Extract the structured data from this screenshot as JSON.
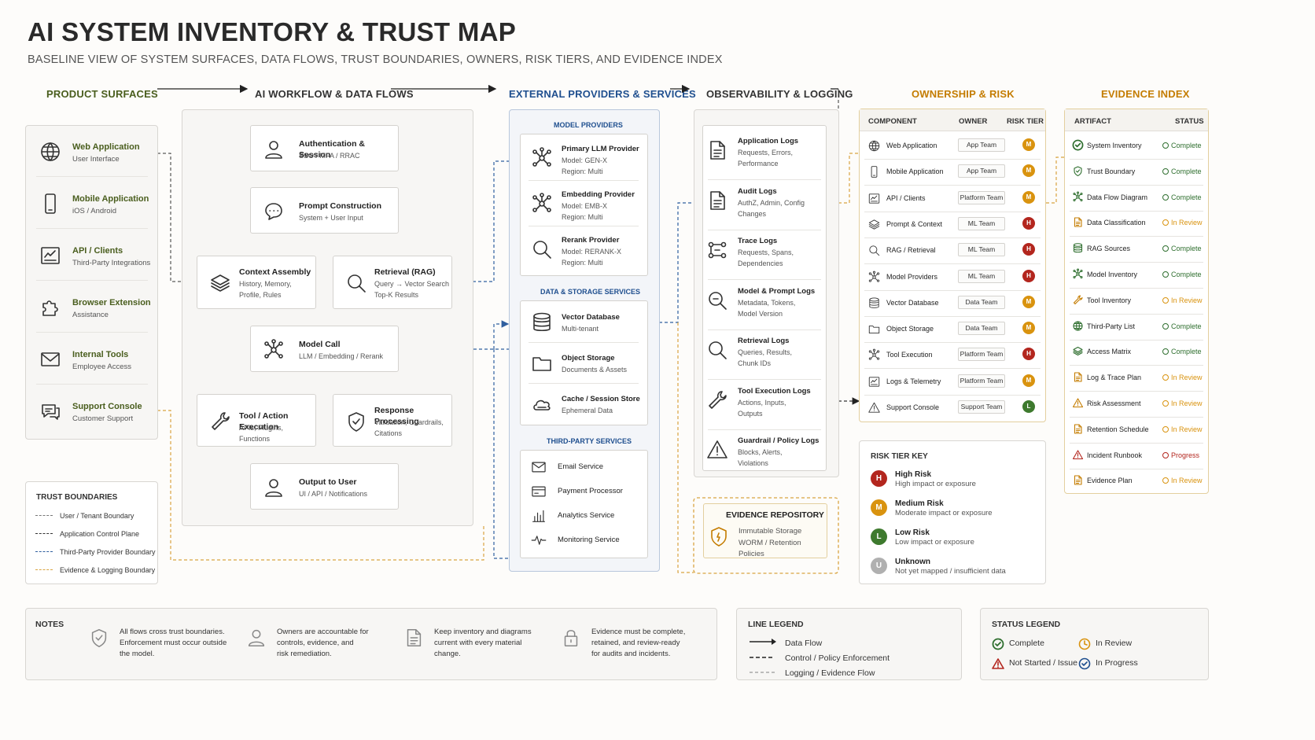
{
  "header": {
    "title": "AI SYSTEM INVENTORY & TRUST MAP",
    "subtitle": "BASELINE VIEW OF SYSTEM SURFACES, DATA FLOWS, TRUST BOUNDARIES, OWNERS, RISK TIERS, AND EVIDENCE INDEX"
  },
  "columns": {
    "product": "PRODUCT SURFACES",
    "workflow": "AI WORKFLOW & DATA FLOWS",
    "external": "EXTERNAL PROVIDERS & SERVICES",
    "observability": "OBSERVABILITY & LOGGING",
    "ownership": "OWNERSHIP & RISK",
    "evidence": "EVIDENCE INDEX"
  },
  "surfaces": [
    {
      "title": "Web Application",
      "sub": "User Interface",
      "icon": "globe-icon"
    },
    {
      "title": "Mobile Application",
      "sub": "iOS / Android",
      "icon": "phone-icon"
    },
    {
      "title": "API / Clients",
      "sub": "Third-Party Integrations",
      "icon": "api-icon"
    },
    {
      "title": "Browser Extension",
      "sub": "Assistance",
      "icon": "puzzle-icon"
    },
    {
      "title": "Internal Tools",
      "sub": "Employee Access",
      "icon": "mail-icon"
    },
    {
      "title": "Support Console",
      "sub": "Customer Support",
      "icon": "chat-icon"
    }
  ],
  "trust_boundaries": {
    "title": "TRUST BOUNDARIES",
    "items": [
      {
        "label": "User / Tenant Boundary",
        "color": "#777777"
      },
      {
        "label": "Application Control Plane",
        "color": "#333333"
      },
      {
        "label": "Third-Party Provider Boundary",
        "color": "#2f5f9f"
      },
      {
        "label": "Evidence & Logging Boundary",
        "color": "#d9a441"
      }
    ]
  },
  "workflow": {
    "auth": {
      "title": "Authentication & Session",
      "sub": "SSO / MFA / RRAC"
    },
    "prompt": {
      "title": "Prompt Construction",
      "sub": "System + User Input"
    },
    "context": {
      "title": "Context Assembly",
      "sub1": "History, Memory,",
      "sub2": "Profile, Rules"
    },
    "retrieval": {
      "title": "Retrieval (RAG)",
      "sub1": "Query → Vector Search",
      "sub2": "Top-K Results"
    },
    "model": {
      "title": "Model Call",
      "sub": "LLM / Embedding / Rerank"
    },
    "tool": {
      "title": "Tool / Action Execution",
      "sub": "APIs, Plugins, Functions"
    },
    "response": {
      "title": "Response Processing",
      "sub1": "Validation, Guardrails,",
      "sub2": "Citations"
    },
    "output": {
      "title": "Output to User",
      "sub": "UI / API / Notifications"
    }
  },
  "external": {
    "model_providers_title": "MODEL PROVIDERS",
    "model_providers": [
      {
        "title": "Primary LLM Provider",
        "l1": "Model: GEN-X",
        "l2": "Region: Multi"
      },
      {
        "title": "Embedding Provider",
        "l1": "Model: EMB-X",
        "l2": "Region: Multi"
      },
      {
        "title": "Rerank Provider",
        "l1": "Model: RERANK-X",
        "l2": "Region: Multi"
      }
    ],
    "storage_title": "DATA & STORAGE SERVICES",
    "storage": [
      {
        "title": "Vector Database",
        "sub": "Multi-tenant"
      },
      {
        "title": "Object Storage",
        "sub": "Documents & Assets"
      },
      {
        "title": "Cache / Session Store",
        "sub": "Ephemeral Data"
      }
    ],
    "third_party_title": "THIRD-PARTY SERVICES",
    "third_party": [
      "Email Service",
      "Payment Processor",
      "Analytics Service",
      "Monitoring Service"
    ]
  },
  "logs": [
    {
      "title": "Application Logs",
      "l1": "Requests, Errors,",
      "l2": "Performance"
    },
    {
      "title": "Audit Logs",
      "l1": "AuthZ, Admin, Config",
      "l2": "Changes"
    },
    {
      "title": "Trace Logs",
      "l1": "Requests, Spans,",
      "l2": "Dependencies"
    },
    {
      "title": "Model & Prompt Logs",
      "l1": "Metadata, Tokens,",
      "l2": "Model Version"
    },
    {
      "title": "Retrieval Logs",
      "l1": "Queries, Results,",
      "l2": "Chunk IDs"
    },
    {
      "title": "Tool Execution Logs",
      "l1": "Actions, Inputs,",
      "l2": "Outputs"
    },
    {
      "title": "Guardrail / Policy Logs",
      "l1": "Blocks, Alerts,",
      "l2": "Violations"
    }
  ],
  "evidence_repo": {
    "title": "EVIDENCE REPOSITORY",
    "l1": "Immutable Storage",
    "l2": "WORM / Retention Policies"
  },
  "ownership": {
    "headers": {
      "component": "COMPONENT",
      "owner": "OWNER",
      "risk": "RISK TIER"
    },
    "rows": [
      {
        "component": "Web Application",
        "owner": "App Team",
        "tier": "M"
      },
      {
        "component": "Mobile Application",
        "owner": "App Team",
        "tier": "M"
      },
      {
        "component": "API / Clients",
        "owner": "Platform Team",
        "tier": "M"
      },
      {
        "component": "Prompt & Context",
        "owner": "ML Team",
        "tier": "H"
      },
      {
        "component": "RAG / Retrieval",
        "owner": "ML Team",
        "tier": "H"
      },
      {
        "component": "Model Providers",
        "owner": "ML Team",
        "tier": "H"
      },
      {
        "component": "Vector Database",
        "owner": "Data Team",
        "tier": "M"
      },
      {
        "component": "Object Storage",
        "owner": "Data Team",
        "tier": "M"
      },
      {
        "component": "Tool Execution",
        "owner": "Platform Team",
        "tier": "H"
      },
      {
        "component": "Logs & Telemetry",
        "owner": "Platform Team",
        "tier": "M"
      },
      {
        "component": "Support Console",
        "owner": "Support Team",
        "tier": "L"
      }
    ]
  },
  "risk_key": {
    "title": "RISK TIER KEY",
    "items": [
      {
        "letter": "H",
        "title": "High Risk",
        "sub": "High impact or exposure"
      },
      {
        "letter": "M",
        "title": "Medium Risk",
        "sub": "Moderate impact or exposure"
      },
      {
        "letter": "L",
        "title": "Low Risk",
        "sub": "Low impact or exposure"
      },
      {
        "letter": "U",
        "title": "Unknown",
        "sub": "Not yet mapped / insufficient data"
      }
    ]
  },
  "evidence_index": {
    "headers": {
      "artifact": "ARTIFACT",
      "status": "STATUS"
    },
    "rows": [
      {
        "artifact": "System Inventory",
        "status": "Complete",
        "kind": "complete"
      },
      {
        "artifact": "Trust Boundary",
        "status": "Complete",
        "kind": "complete"
      },
      {
        "artifact": "Data Flow Diagram",
        "status": "Complete",
        "kind": "complete"
      },
      {
        "artifact": "Data Classification",
        "status": "In Review",
        "kind": "review"
      },
      {
        "artifact": "RAG Sources",
        "status": "Complete",
        "kind": "complete"
      },
      {
        "artifact": "Model Inventory",
        "status": "Complete",
        "kind": "complete"
      },
      {
        "artifact": "Tool Inventory",
        "status": "In Review",
        "kind": "review"
      },
      {
        "artifact": "Third-Party List",
        "status": "Complete",
        "kind": "complete"
      },
      {
        "artifact": "Access Matrix",
        "status": "Complete",
        "kind": "complete"
      },
      {
        "artifact": "Log & Trace Plan",
        "status": "In Review",
        "kind": "review"
      },
      {
        "artifact": "Risk Assessment",
        "status": "In Review",
        "kind": "review"
      },
      {
        "artifact": "Retention Schedule",
        "status": "In Review",
        "kind": "review"
      },
      {
        "artifact": "Incident Runbook",
        "status": "Progress",
        "kind": "progress"
      },
      {
        "artifact": "Evidence Plan",
        "status": "In Review",
        "kind": "review"
      }
    ]
  },
  "notes": {
    "title": "NOTES",
    "items": [
      {
        "l1": "All flows cross trust boundaries.",
        "l2": "Enforcement must occur outside",
        "l3": "the model."
      },
      {
        "l1": "Owners are accountable for",
        "l2": "controls, evidence, and",
        "l3": "risk remediation."
      },
      {
        "l1": "Keep inventory and diagrams",
        "l2": "current with every material",
        "l3": "change."
      },
      {
        "l1": "Evidence must be complete,",
        "l2": "retained, and review-ready",
        "l3": "for audits and incidents."
      }
    ]
  },
  "line_legend": {
    "title": "LINE LEGEND",
    "items": [
      "Data Flow",
      "Control / Policy Enforcement",
      "Logging / Evidence Flow"
    ]
  },
  "status_legend": {
    "title": "STATUS LEGEND",
    "items": [
      "Complete",
      "In Review",
      "Not Started / Issue",
      "In Progress"
    ]
  },
  "colors": {
    "gold": "#c47c00",
    "green": "#4a5e1e",
    "blue": "#1f4f8f",
    "high": "#b3261e",
    "medium": "#d9930f",
    "low": "#3e7a2e"
  }
}
